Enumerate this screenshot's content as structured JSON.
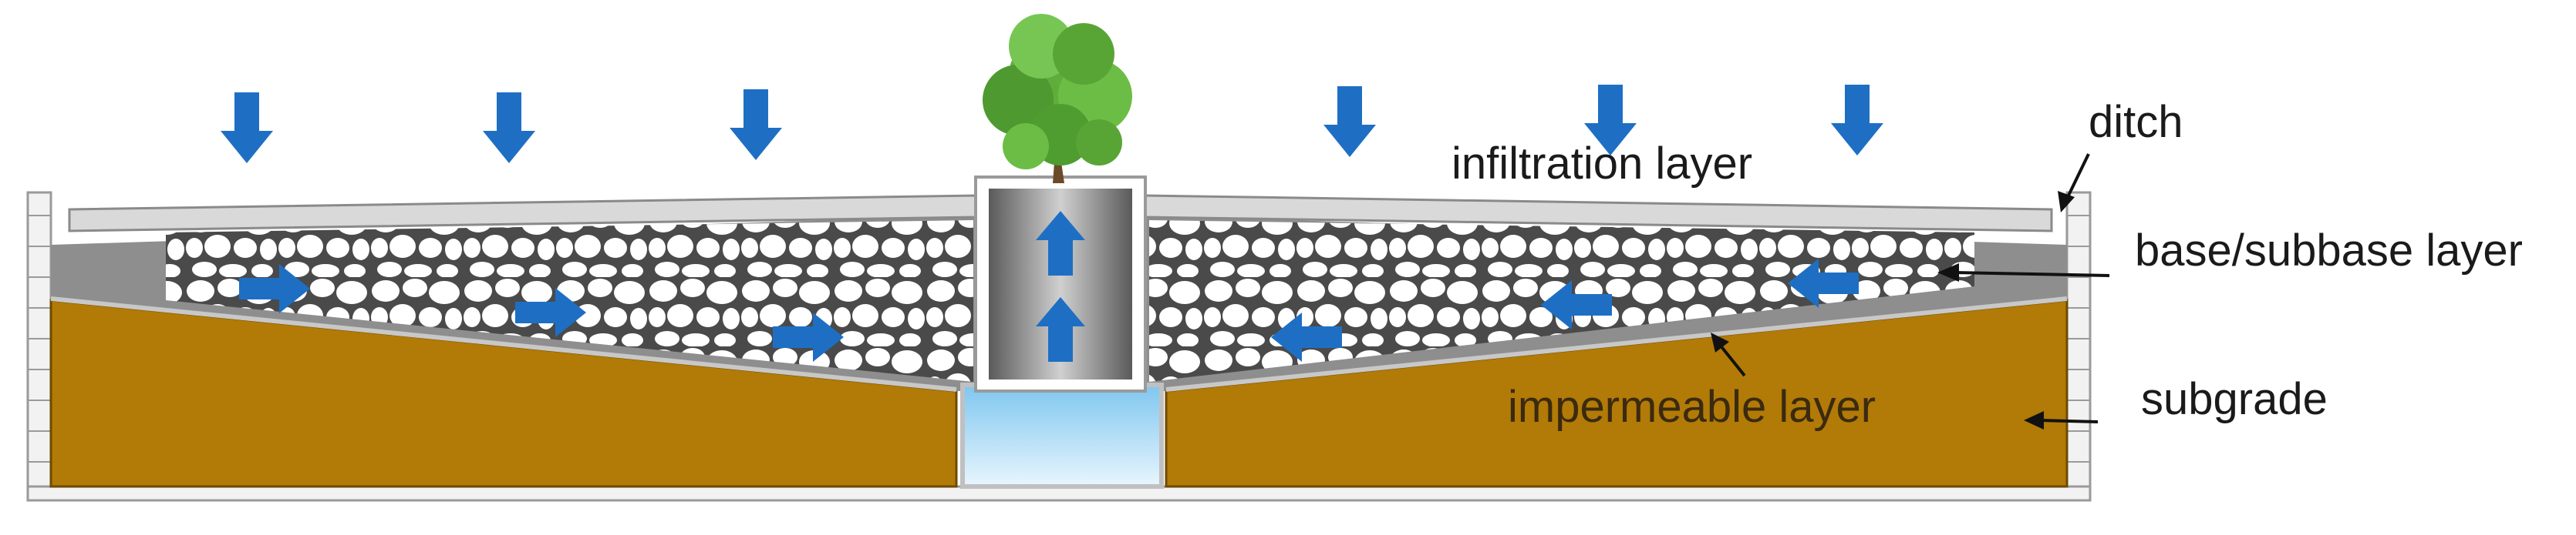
{
  "labels": {
    "ditch": "ditch",
    "infiltration": "infiltration layer",
    "base_subbase": "base/subbase layer",
    "impermeable": "impermeable layer",
    "subgrade": "subgrade"
  },
  "colors": {
    "subgrade": "#b27a06",
    "base_gray": "#8e8e8e",
    "surface": "#d9d9d9",
    "arrow": "#1e6fc4",
    "tree_green": "#5fae3b",
    "water": "#bfe4f7"
  }
}
